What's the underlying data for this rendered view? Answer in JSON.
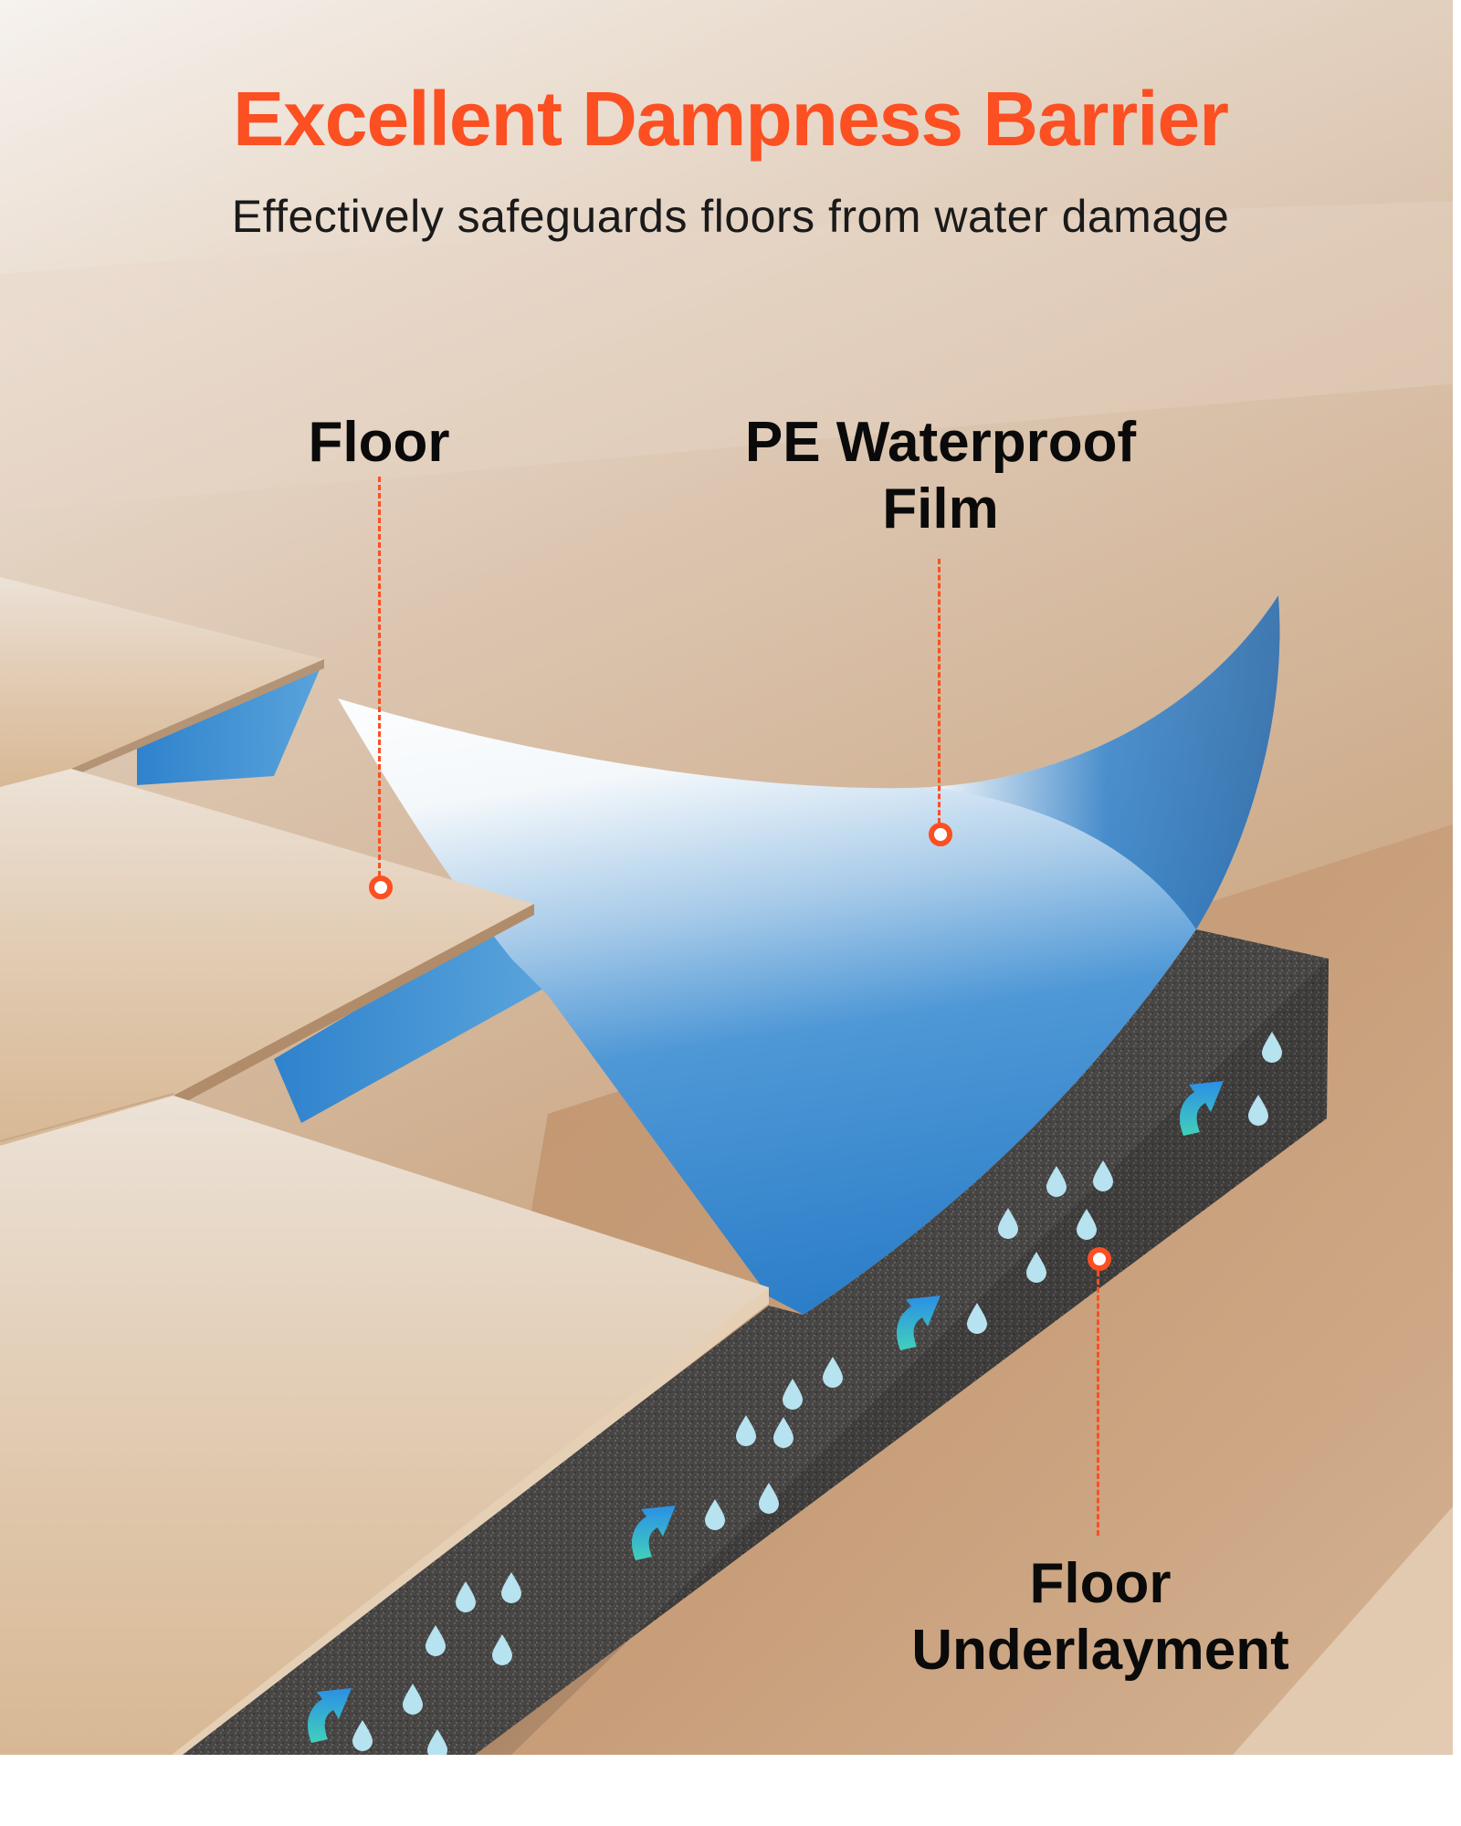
{
  "header": {
    "title": "Excellent Dampness Barrier",
    "subtitle": "Effectively safeguards floors from water damage"
  },
  "labels": {
    "floor": {
      "line1": "Floor"
    },
    "film": {
      "line1": "PE Waterproof",
      "line2": "Film"
    },
    "underlayment": {
      "line1": "Floor",
      "line2": "Underlayment"
    }
  },
  "icons": {
    "arrow": "curved-up-arrow-icon",
    "droplet": "water-droplet-icon",
    "marker": "callout-marker-icon"
  },
  "colors": {
    "accent": "#fc4f22",
    "label_text": "#0a0a0a",
    "subtitle_text": "#1a1a1a",
    "background_floor": "#d9c2aa",
    "plank": "#ddc4a6",
    "film_blue": "#2f83cf",
    "foam": "#4a4948",
    "droplet": "#b7e2ef",
    "arrow_blue": "#2f95e3",
    "arrow_teal": "#3fcbc0"
  }
}
